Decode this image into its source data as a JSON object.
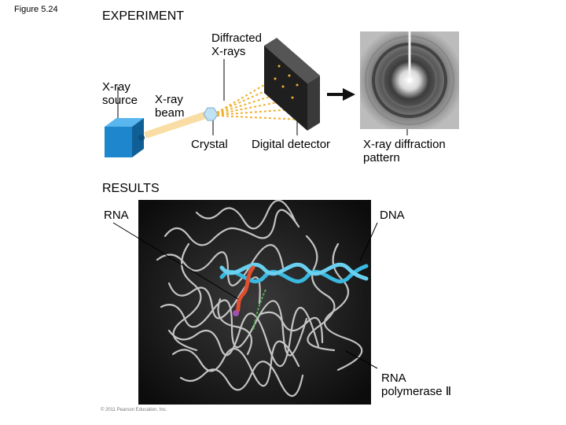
{
  "figure_label": "Figure 5.24",
  "experiment": {
    "heading": "EXPERIMENT",
    "diffracted_label": "Diffracted\nX-rays",
    "source_label": "X-ray\nsource",
    "beam_label": "X-ray\nbeam",
    "crystal_label": "Crystal",
    "detector_label": "Digital detector",
    "pattern_label": "X-ray diffraction\npattern"
  },
  "results": {
    "heading": "RESULTS",
    "rna_label": "RNA",
    "dna_label": "DNA",
    "polymerase_label": "RNA\npolymerase Ⅱ",
    "copyright": "© 2011 Pearson Education, Inc."
  },
  "colors": {
    "source_box": "#1e8fd6",
    "beam": "#f0b030",
    "detector": "#2a2a2a",
    "pattern_bg": "#a0a0a0",
    "protein": "#d8d8d8",
    "dna_helix": "#3ab8e0",
    "rna": "#e05030",
    "structure_bg": "#111111"
  }
}
